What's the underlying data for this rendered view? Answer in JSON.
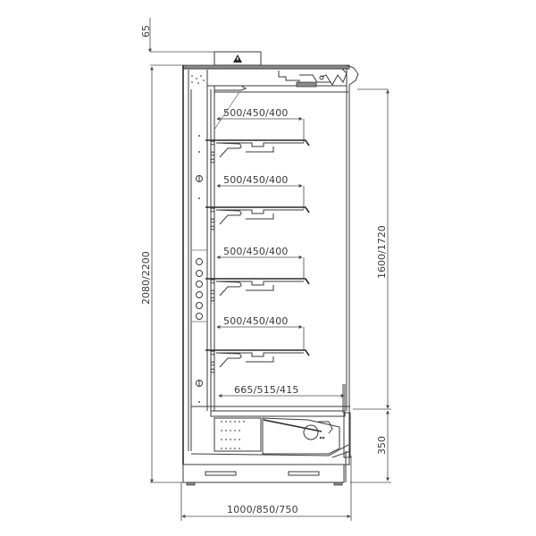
{
  "drawing": {
    "subject": "Refrigerated multideck display case - side section",
    "warning_symbol": "warning-triangle-icon"
  },
  "dimensions": {
    "top_clearance": "65",
    "total_height": "2080/2200",
    "upper_section_height": "1600/1720",
    "base_height": "350",
    "total_depth": "1000/850/750",
    "shelves": [
      {
        "label": "500/450/400"
      },
      {
        "label": "500/450/400"
      },
      {
        "label": "500/450/400"
      },
      {
        "label": "500/450/400"
      }
    ],
    "base_deck": "665/515/415"
  }
}
